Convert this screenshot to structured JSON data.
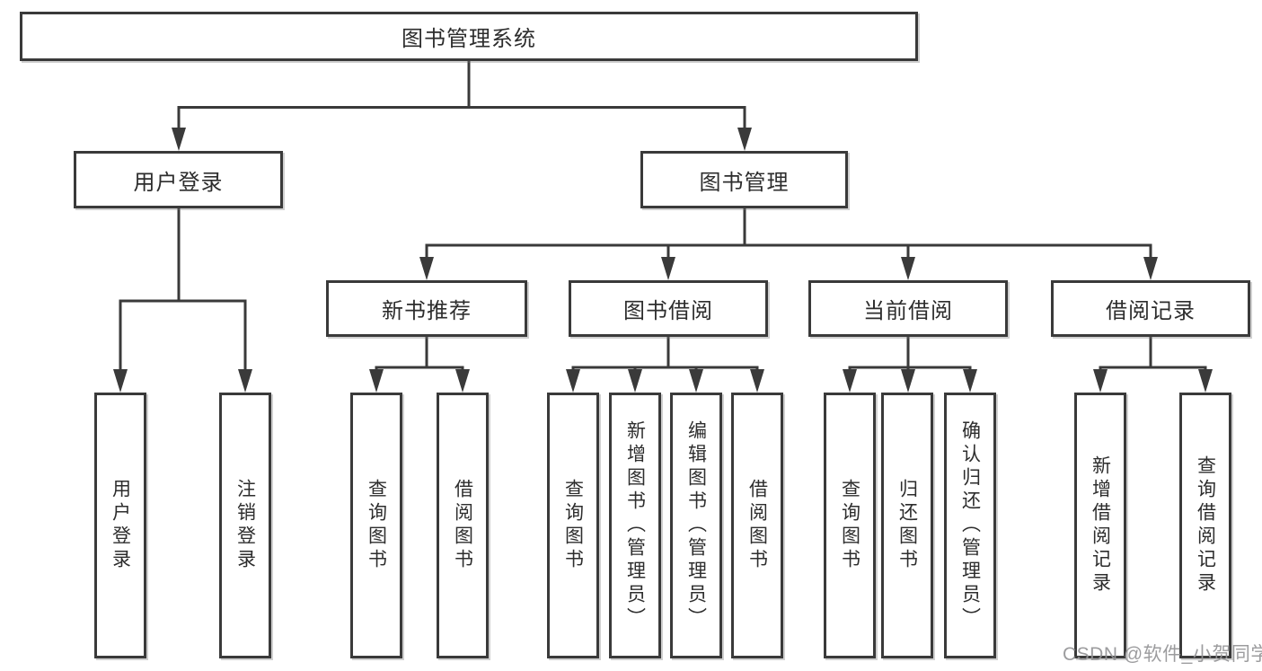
{
  "diagram": {
    "root": {
      "label": "图书管理系统"
    },
    "level2": [
      {
        "id": "user-login",
        "label": "用户登录"
      },
      {
        "id": "book-management",
        "label": "图书管理"
      }
    ],
    "level3": [
      {
        "id": "new-book-recommend",
        "label": "新书推荐"
      },
      {
        "id": "book-borrow",
        "label": "图书借阅"
      },
      {
        "id": "current-borrow",
        "label": "当前借阅"
      },
      {
        "id": "borrow-records",
        "label": "借阅记录"
      }
    ],
    "leaves": {
      "user_login": [
        "用户登录",
        "注销登录"
      ],
      "new_book_recommend": [
        "查询图书",
        "借阅图书"
      ],
      "book_borrow": [
        "查询图书",
        "新增图书（管理员）",
        "编辑图书（管理员）",
        "借阅图书"
      ],
      "current_borrow": [
        "查询图书",
        "归还图书",
        "确认归还（管理员）"
      ],
      "borrow_records": [
        "新增借阅记录",
        "查询借阅记录"
      ]
    }
  },
  "colors": {
    "line": "#3a3a3a",
    "text": "#2d2d2d",
    "watermark": "#949496"
  },
  "watermark": "CSDN @软件_小贺同学"
}
